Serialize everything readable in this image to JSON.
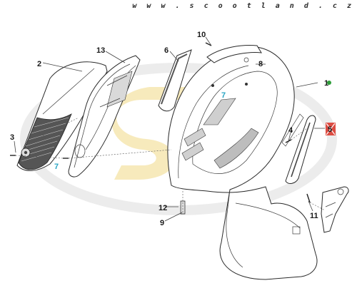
{
  "watermark": "w w w . s c o o t l a n d . c z",
  "colors": {
    "green_marker": "#2e9e3a",
    "cyan_marker": "#2aa6c4",
    "red_marker": "#d93025",
    "watermark_logo": "#f3e2a8",
    "watermark_logo_ring": "#e9e9e9"
  },
  "callouts": [
    {
      "id": "c1",
      "label": "1",
      "marker": "green"
    },
    {
      "id": "c2",
      "label": "2",
      "marker": "none"
    },
    {
      "id": "c3",
      "label": "3",
      "marker": "none"
    },
    {
      "id": "c4",
      "label": "4",
      "marker": "none"
    },
    {
      "id": "c5",
      "label": "5",
      "marker": "red"
    },
    {
      "id": "c6",
      "label": "6",
      "marker": "none"
    },
    {
      "id": "c7a",
      "label": "7",
      "marker": "cyan"
    },
    {
      "id": "c7b",
      "label": "7",
      "marker": "cyan"
    },
    {
      "id": "c8",
      "label": "8",
      "marker": "none"
    },
    {
      "id": "c9",
      "label": "9",
      "marker": "none"
    },
    {
      "id": "c10",
      "label": "10",
      "marker": "none"
    },
    {
      "id": "c11",
      "label": "11",
      "marker": "none"
    },
    {
      "id": "c12",
      "label": "12",
      "marker": "none"
    },
    {
      "id": "c13",
      "label": "13",
      "marker": "none"
    }
  ]
}
